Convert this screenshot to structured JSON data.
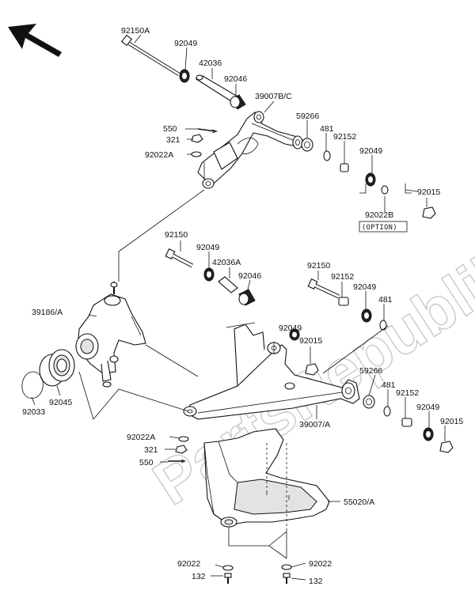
{
  "watermark": "PartsRepublik",
  "labels": {
    "p92150a": "92150A",
    "p92049a": "92049",
    "p42036": "42036",
    "p92046a": "92046",
    "p39007bc": "39007B/C",
    "p59266a": "59266",
    "p550a": "550",
    "p321a": "321",
    "p92022a1": "92022A",
    "p481a": "481",
    "p92152a": "92152",
    "p92049b": "92049",
    "p92015a": "92015",
    "p92022b": "92022B",
    "option": "(OPTION)",
    "p92150": "92150",
    "p92049c": "92049",
    "p42036a": "42036A",
    "p92046b": "92046",
    "p92150b": "92150",
    "p92152b": "92152",
    "p92049d": "92049",
    "p39186a": "39186/A",
    "p481b": "481",
    "p92049e": "92049",
    "p92015b": "92015",
    "p59266b": "59266",
    "p481c": "481",
    "p92152c": "92152",
    "p92033": "92033",
    "p92045": "92045",
    "p39007a": "39007/A",
    "p92049f": "92049",
    "p92015c": "92015",
    "p92022a2": "92022A",
    "p321b": "321",
    "p550b": "550",
    "p55020a": "55020/A",
    "p92022c": "92022",
    "p92022d": "92022",
    "p132a": "132",
    "p132b": "132"
  }
}
